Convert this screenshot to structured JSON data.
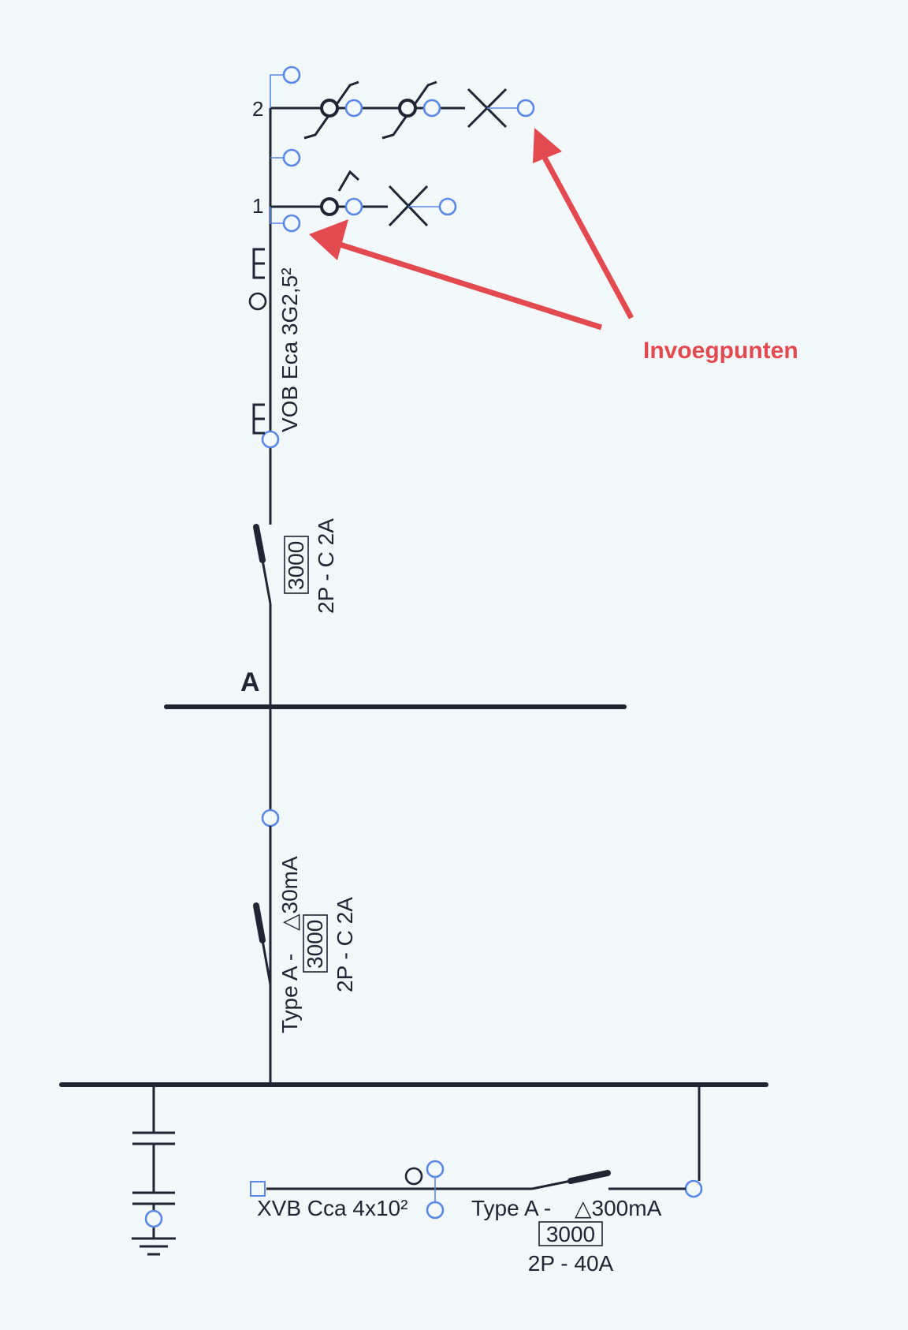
{
  "labels": {
    "branch_2": "2",
    "branch_1": "1",
    "upper_cable": "VOB Eca 3G2,5²",
    "upper_breaker_rating": "3000",
    "upper_breaker_type": "2P - C 2A",
    "busbar_a": "A",
    "rcd_type": "Type A -",
    "rcd_sensitivity": "△30mA",
    "rcd_rating": "3000",
    "rcd_breaker_type": "2P - C 2A",
    "main_cable": "XVB Cca 4x10²",
    "main_rcd_type": "Type A -",
    "main_rcd_sensitivity": "△300mA",
    "main_rating": "3000",
    "main_breaker_type": "2P - 40A",
    "annotation": "Invoegpunten"
  },
  "icons": {
    "insertion_point": "insertion-point-circle-icon",
    "switch": "switch-icon",
    "lamp": "lamp-cross-icon",
    "socket": "socket-icon",
    "ground": "earth-ground-icon"
  },
  "colors": {
    "wire": "#1e2533",
    "insertion_point": "#5b87e6",
    "annotation": "#e24a4f",
    "background": "#f3f8fb"
  }
}
